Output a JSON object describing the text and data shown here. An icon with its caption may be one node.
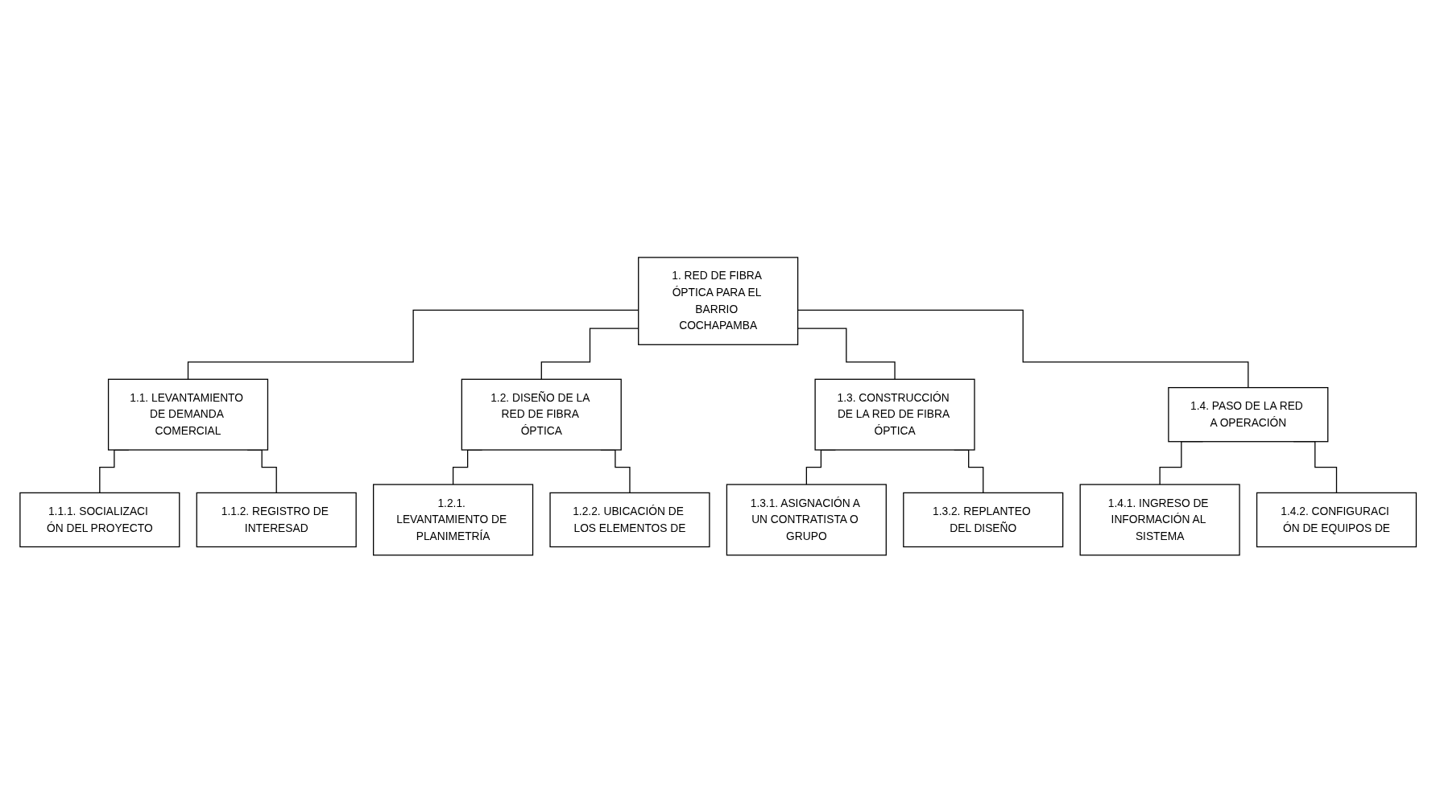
{
  "diagram": {
    "nodes": [
      {
        "text": [
          "1. RED DE FIBRA ÓPTICA PARA EL BARRIO COCHAPAMBA"
        ]
      },
      {
        "text": [
          "1.1. LEVANTAMIENTO DE DEMANDA COMERCIAL"
        ]
      },
      {
        "text": [
          "1.2. DISEÑO DE LA RED DE FIBRA ÓPTICA"
        ]
      },
      {
        "text": [
          "1.3. CONSTRUCCIÓN DE LA RED DE FIBRA ÓPTICA"
        ]
      },
      {
        "text": [
          "1.4. PASO DE LA RED A OPERACIÓN"
        ]
      },
      {
        "text": [
          "1.1.1. SOCIALIZACI ÓN DEL PROYECTO"
        ]
      },
      {
        "text": [
          "1.1.2. REGISTRO DE INTERESAD"
        ]
      },
      {
        "text": [
          "1.2.1. LEVANTAMIENTO DE PLANIMETRÍA"
        ]
      },
      {
        "text": [
          "1.2.2. UBICACIÓN DE LOS ELEMENTOS DE"
        ]
      },
      {
        "text": [
          "1.3.1. ASIGNACIÓN A UN CONTRATISTA O GRUPO"
        ]
      },
      {
        "text": [
          "1.3.2. REPLANTEO DEL DISEÑO"
        ]
      },
      {
        "text": [
          "1.4.1. INGRESO DE INFORMACIÓN AL SISTEMA"
        ]
      },
      {
        "text": [
          "1.4.2. CONFIGURACI ÓN DE EQUIPOS DE"
        ]
      }
    ],
    "edges": [
      {
        "from": 0,
        "to": 1,
        "arrow": "none"
      },
      {
        "from": 0,
        "to": 2,
        "arrow": "none"
      },
      {
        "from": 0,
        "to": 3,
        "arrow": "none"
      },
      {
        "from": 0,
        "to": 4,
        "arrow": "none"
      },
      {
        "from": 1,
        "to": 5,
        "arrow": "none"
      },
      {
        "from": 1,
        "to": 6,
        "arrow": "none"
      },
      {
        "from": 2,
        "to": 7,
        "arrow": "none"
      },
      {
        "from": 2,
        "to": 8,
        "arrow": "none"
      },
      {
        "from": 3,
        "to": 9,
        "arrow": "none"
      },
      {
        "from": 3,
        "to": 10,
        "arrow": "none"
      },
      {
        "from": 4,
        "to": 11,
        "arrow": "none"
      },
      {
        "from": 4,
        "to": 12,
        "arrow": "none"
      }
    ]
  }
}
